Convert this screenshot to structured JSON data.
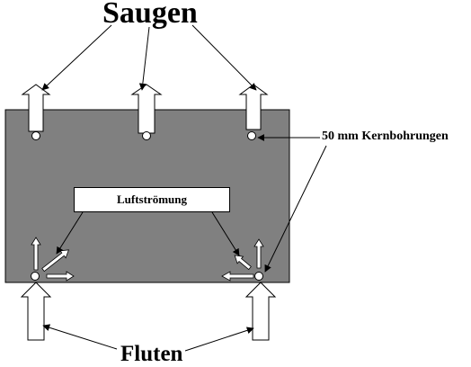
{
  "labels": {
    "suction": "Saugen",
    "flooding": "Fluten",
    "core_bores": "50 mm Kernbohrungen",
    "air_flow": "Luftströmung"
  },
  "colors": {
    "panel": "#808080",
    "arrow_fill": "#ffffff",
    "line": "#000000"
  }
}
